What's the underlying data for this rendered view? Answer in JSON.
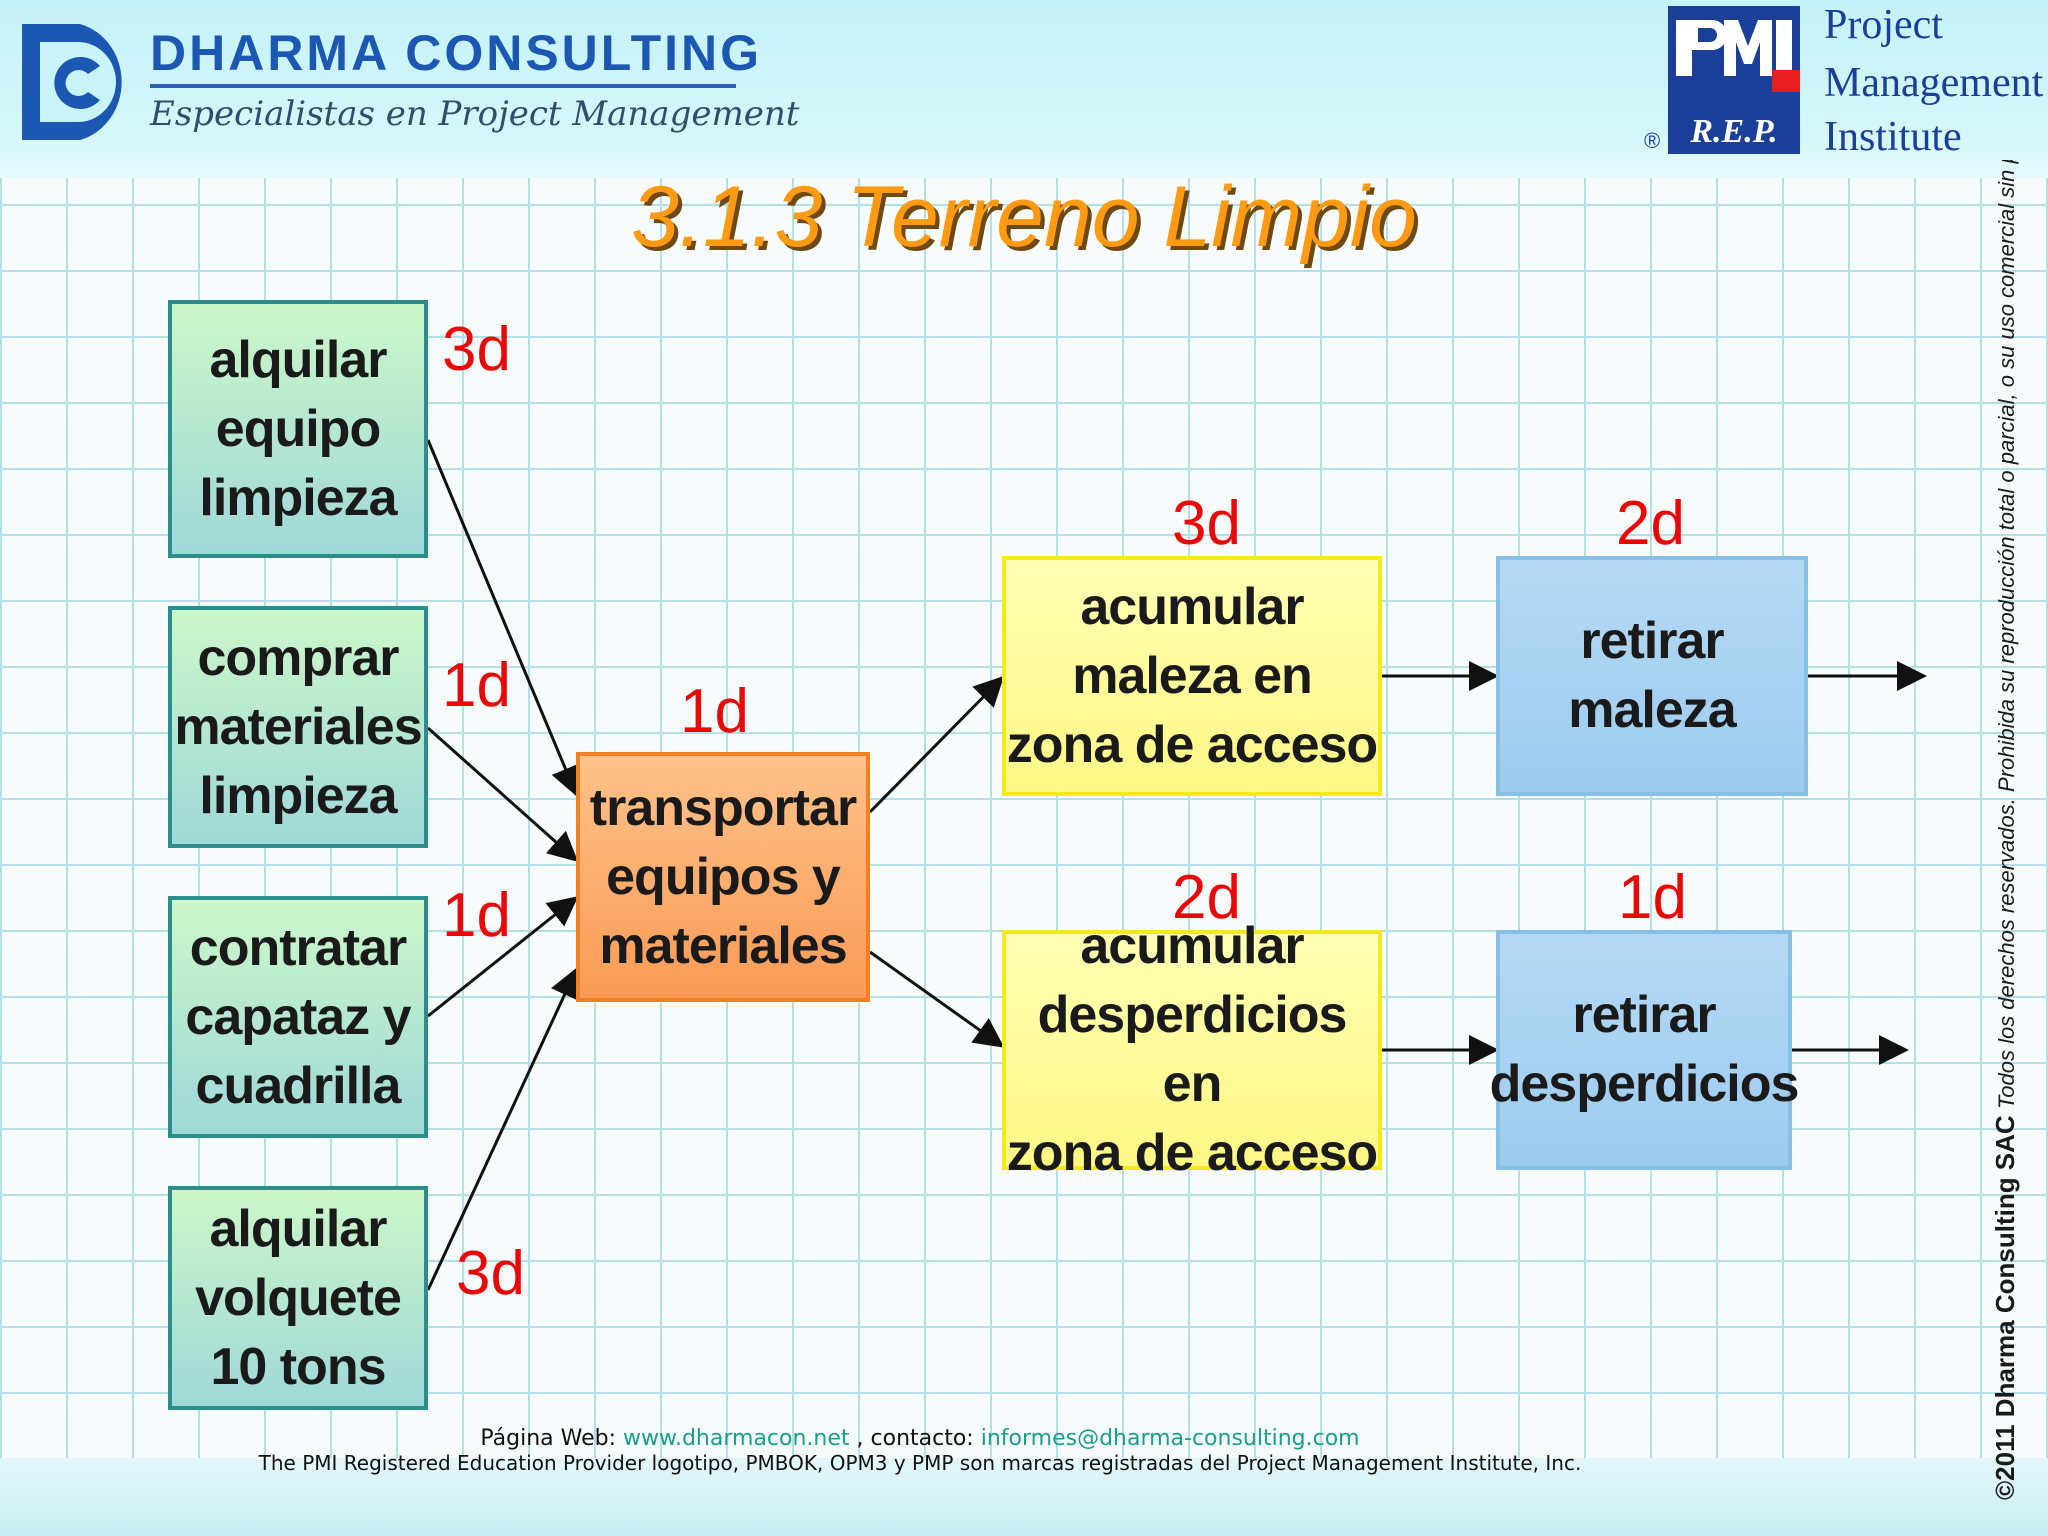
{
  "header": {
    "company": "DHARMA CONSULTING",
    "tagline": "Especialistas en Project Management",
    "pmi_lines": [
      "Project",
      "Management",
      "Institute"
    ],
    "rep_label": "®"
  },
  "title": "3.1.3 Terreno Limpio",
  "tasks": [
    {
      "id": "alquilar-equipo-limpieza",
      "label": "alquilar\nequipo\nlimpieza",
      "duration": "3d",
      "color": "teal"
    },
    {
      "id": "comprar-materiales-limpieza",
      "label": "comprar\nmateriales\nlimpieza",
      "duration": "1d",
      "color": "teal"
    },
    {
      "id": "contratar-capataz-cuadrilla",
      "label": "contratar\ncapataz y\ncuadrilla",
      "duration": "1d",
      "color": "teal"
    },
    {
      "id": "alquilar-volquete",
      "label": "alquilar\nvolquete\n10 tons",
      "duration": "3d",
      "color": "teal"
    },
    {
      "id": "transportar-equipos",
      "label": "transportar\nequipos y\nmateriales",
      "duration": "1d",
      "color": "orange"
    },
    {
      "id": "acumular-maleza",
      "label": "acumular\nmaleza en\nzona de acceso",
      "duration": "3d",
      "color": "yellow"
    },
    {
      "id": "acumular-desperdicios",
      "label": "acumular\ndesperdicios en\nzona de acceso",
      "duration": "2d",
      "color": "yellow"
    },
    {
      "id": "retirar-maleza",
      "label": "retirar\nmaleza",
      "duration": "2d",
      "color": "blue"
    },
    {
      "id": "retirar-desperdicios",
      "label": "retirar\ndesperdicios",
      "duration": "1d",
      "color": "blue"
    }
  ],
  "footer": {
    "web_label": "Página Web: ",
    "web_url": "www.dharmacon.net",
    "contact_label": " , contacto: ",
    "email": "informes@dharma-consulting.com",
    "trademark": "The PMI Registered Education Provider logotipo, PMBOK, OPM3 y PMP son marcas registradas del Project Management Institute, Inc."
  },
  "copyright": {
    "prefix": "©2011 ",
    "company": "Dharma Consulting SAC",
    "text": " Todos los derechos reservados. Prohibida su reproducción total o parcial, o su uso comercial sin permiso escrito"
  }
}
